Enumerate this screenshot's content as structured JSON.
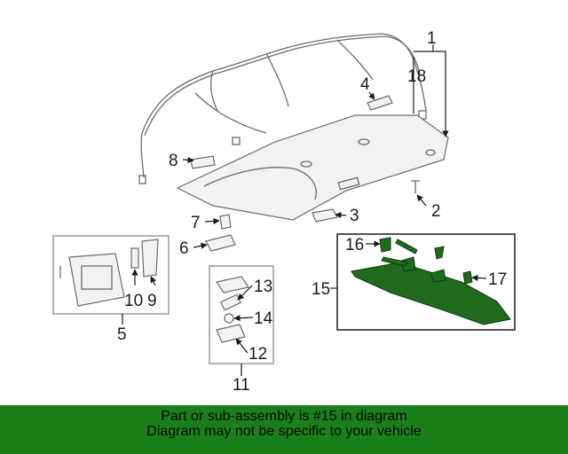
{
  "callouts": {
    "c1": "1",
    "c2": "2",
    "c3": "3",
    "c4": "4",
    "c5": "5",
    "c6": "6",
    "c7": "7",
    "c8": "8",
    "c9": "9",
    "c10": "10",
    "c11": "11",
    "c12": "12",
    "c13": "13",
    "c14": "14",
    "c15": "15",
    "c16": "16",
    "c17": "17",
    "c18": "18"
  },
  "colors": {
    "highlight_part": "#1e6b1e",
    "banner": "#1a7f1a"
  },
  "footer": {
    "line1": "Part or sub-assembly is #15 in diagram",
    "line2": "Diagram may not be specific to your vehicle"
  }
}
